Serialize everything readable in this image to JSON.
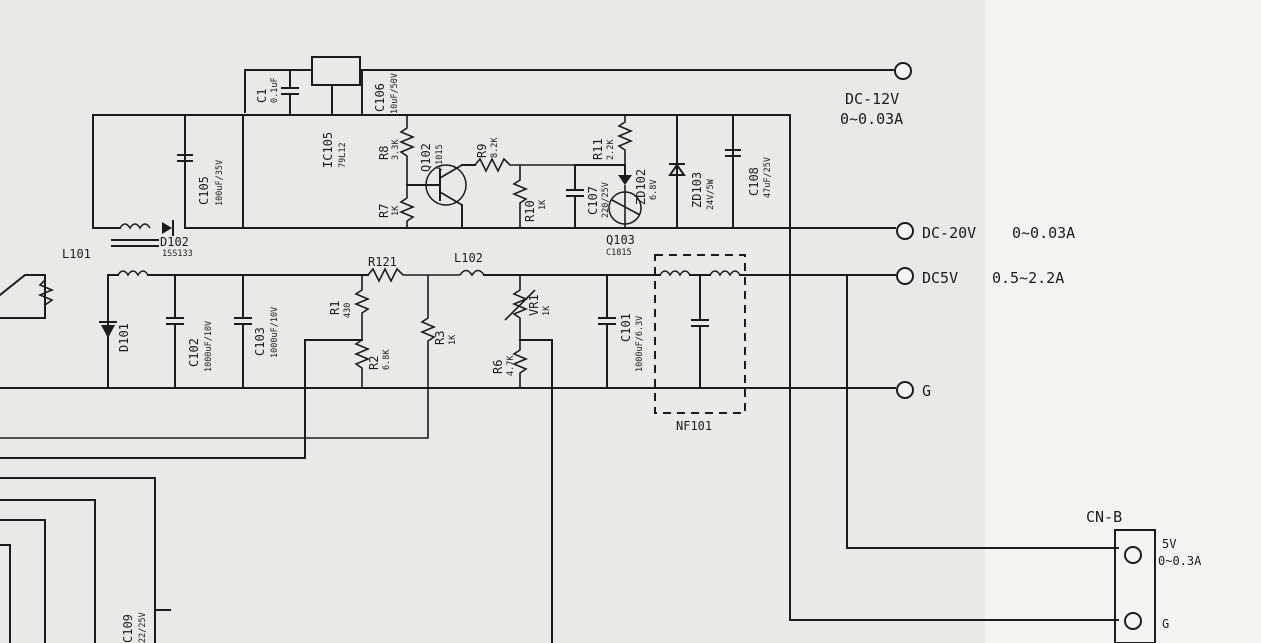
{
  "outputs": {
    "dc12_label": "DC-12V",
    "dc12_current": "0~0.03A",
    "dc20_label": "DC-20V",
    "dc20_current": "0~0.03A",
    "dc5_label": "DC5V",
    "dc5_current": "0.5~2.2A",
    "ground_label": "G"
  },
  "connector": {
    "name": "CN-B",
    "pin1_label": "5V",
    "pin1_current": "0~0.3A",
    "pin2_label": "G"
  },
  "components": {
    "c1_ref": "C1",
    "c1_val": "0.1uF",
    "c106_ref": "C106",
    "c106_val": "10uF/50V",
    "ic105_ref": "IC105",
    "ic105_val": "79L12",
    "c105_ref": "C105",
    "c105_val": "100uF/35V",
    "r8_ref": "R8",
    "r8_val": "3.3K",
    "q102_ref": "Q102",
    "q102_val": "A1015",
    "r9_ref": "R9",
    "r9_val": "8.2K",
    "r7_ref": "R7",
    "r7_val": "1K",
    "r10_ref": "R10",
    "r10_val": "1K",
    "c107_ref": "C107",
    "c107_val": "220/25V",
    "r11_ref": "R11",
    "r11_val": "2.2K",
    "zd102_ref": "ZD102",
    "zd102_val": "6.8V",
    "zd103_ref": "ZD103",
    "zd103_val": "24V/5W",
    "c108_ref": "C108",
    "c108_val": "47uF/25V",
    "q103_ref": "Q103",
    "q103_val": "C1815",
    "d102_ref": "D102",
    "d102_val": "1SS133",
    "l101_ref": "L101",
    "d101_ref": "D101",
    "c102_ref": "C102",
    "c102_val": "1000uF/10V",
    "c103_ref": "C103",
    "c103_val": "1000uF/10V",
    "r121_ref": "R121",
    "l102_ref": "L102",
    "r1_ref": "R1",
    "r1_val": "430",
    "r2_ref": "R2",
    "r2_val": "6.8K",
    "r3_ref": "R3",
    "r3_val": "1K",
    "vr1_ref": "VR1",
    "vr1_val": "1K",
    "r6_ref": "R6",
    "r6_val": "4.7K",
    "c101_ref": "C101",
    "c101_val": "1000uF/6.3V",
    "nf101_ref": "NF101",
    "c109_ref": "C109",
    "c109_val": "22/25V"
  }
}
